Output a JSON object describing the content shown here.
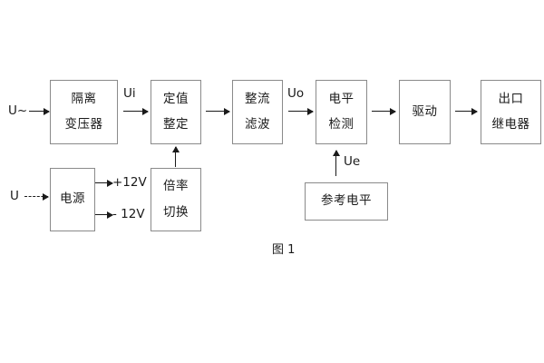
{
  "figure": {
    "caption": "图 1",
    "colors": {
      "box_border": "#8a8a8a",
      "arrow": "#1a1a1a",
      "text": "#1a1a1a",
      "background": "#ffffff"
    }
  },
  "signal_chain": {
    "input_label": "U~",
    "blocks": [
      {
        "id": "isolation-transformer",
        "line1": "隔离",
        "line2": "变压器"
      },
      {
        "id": "setting-value",
        "line1": "定值",
        "line2": "整定"
      },
      {
        "id": "rectify-filter",
        "line1": "整流",
        "line2": "滤波"
      },
      {
        "id": "level-detection",
        "line1": "电平",
        "line2": "检测"
      },
      {
        "id": "drive",
        "line1": "驱动",
        "line2": ""
      },
      {
        "id": "output-relay",
        "line1": "出口",
        "line2": "继电器"
      }
    ],
    "signal_labels": {
      "ui": "Ui",
      "uo": "Uo",
      "ue": "Ue"
    }
  },
  "power_section": {
    "input_label": "U",
    "supply": {
      "id": "power-supply",
      "line1": "电源",
      "line2": ""
    },
    "rails": [
      {
        "id": "rail-positive",
        "label": "+12V"
      },
      {
        "id": "rail-negative",
        "label": "- 12V"
      }
    ],
    "multiplier_switch": {
      "id": "multiplier-switch",
      "line1": "倍率",
      "line2": "切换"
    }
  },
  "reference_section": {
    "reference_level": {
      "id": "reference-level",
      "line1": "参考电平",
      "line2": ""
    }
  }
}
